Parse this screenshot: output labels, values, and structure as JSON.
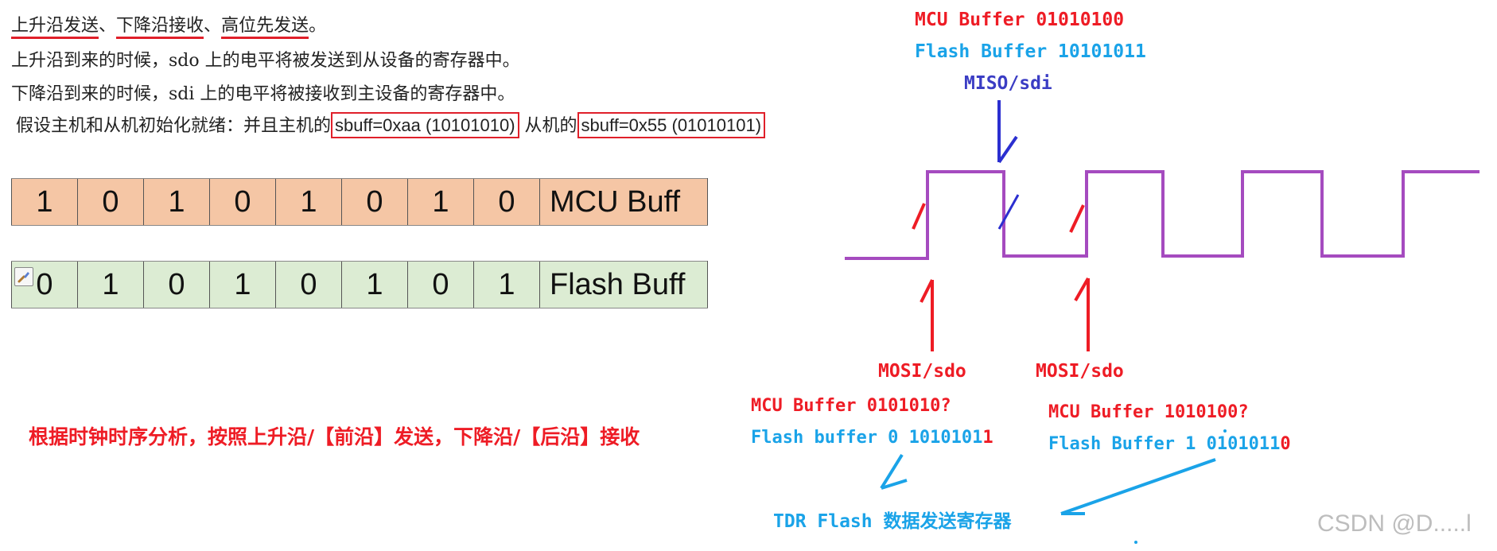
{
  "intro": {
    "line1": {
      "part1": "上升沿发送",
      "sep1": "、",
      "part2": "下降沿接收",
      "sep2": "、",
      "part3": "高位先发送",
      "end": "。"
    },
    "line2": "上升沿到来的时候，sdo 上的电平将被发送到从设备的寄存器中。",
    "line3": "下降沿到来的时候，sdi 上的电平将被接收到主设备的寄存器中。",
    "line4": {
      "prefix": "假设主机和从机初始化就绪：并且主机的",
      "master_sbuff": "sbuff=0xaa (10101010)",
      "middle": "从机的",
      "slave_sbuff": "sbuff=0x55 (01010101)"
    }
  },
  "tables": {
    "mcu": {
      "bits": [
        "1",
        "0",
        "1",
        "0",
        "1",
        "0",
        "1",
        "0"
      ],
      "label": "MCU Buff",
      "color": "#f5c6a5"
    },
    "flash": {
      "bits": [
        "0",
        "1",
        "0",
        "1",
        "0",
        "1",
        "0",
        "1"
      ],
      "label": "Flash Buff",
      "color": "#dcecd3"
    }
  },
  "analysis_note": "根据时钟时序分析，按照上升沿/【前沿】发送，下降沿/【后沿】接收",
  "diagram": {
    "top_mcu_buffer": "MCU Buffer 01010100",
    "top_flash_buffer": "Flash Buffer 10101011",
    "miso_label": "MISO/sdi",
    "mosi_label_1": "MOSI/sdo",
    "mosi_label_2": "MOSI/sdo",
    "step1": {
      "mcu": "MCU Buffer 0101010?",
      "flash_prefix": "Flash buffer 0 1010101",
      "flash_suffix": "1"
    },
    "step2": {
      "mcu": "MCU Buffer 1010100?",
      "flash_prefix": "Flash Buffer 1 0101011",
      "flash_suffix": "0"
    },
    "tdr_prefix": "TDR Flash ",
    "tdr_suffix": "数据发送寄存器"
  },
  "watermark": "CSDN @D.....l",
  "colors": {
    "red": "#ee1c25",
    "blue": "#1aa3e8",
    "indigo": "#3b3dc4",
    "clock": "#a54bbf"
  }
}
